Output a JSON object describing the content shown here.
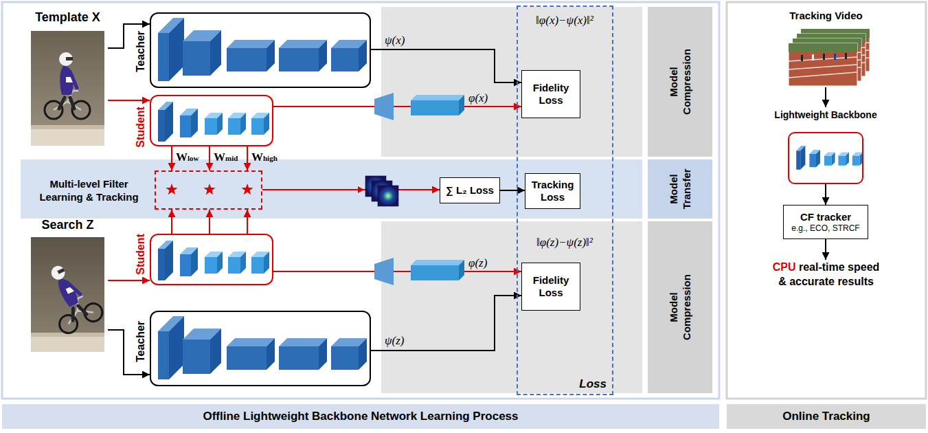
{
  "diagram": {
    "nodes": [
      {
        "text": [
          "Template X"
        ]
      },
      {
        "text": [
          "Teacher"
        ]
      },
      {
        "text": [
          "Student"
        ]
      },
      {
        "text": [
          "Loss"
        ]
      },
      {
        "text": [
          "Fidelity Loss"
        ],
        "in": 3
      },
      {
        "text": [
          "Model Compression"
        ]
      },
      {
        "text": [
          "Multi-level Filter Learning & Tracking"
        ]
      },
      {
        "text": [
          "∑ L₂ Loss"
        ]
      },
      {
        "text": [
          "Tracking Loss"
        ],
        "in": 3
      },
      {
        "text": [
          "Model Transfer"
        ]
      },
      {
        "text": [
          "Search Z"
        ]
      },
      {
        "text": [
          "Student"
        ]
      },
      {
        "text": [
          "Fidelity Loss"
        ],
        "in": 3
      },
      {
        "text": [
          "Teacher"
        ]
      },
      {
        "text": [
          "Model Compression"
        ]
      },
      {
        "text": [
          "Tracking Video"
        ]
      },
      {
        "text": [
          "Lightweight Backbone"
        ]
      },
      {
        "text": [
          "CF tracker",
          "e.g., ECO, STRCF"
        ]
      },
      {
        "text": [
          "CPU",
          "real-time speed & accurate results"
        ]
      },
      {
        "text": [
          "Offline Lightweight Backbone Network Learning Process"
        ]
      },
      {
        "text": [
          "Online Tracking"
        ]
      }
    ],
    "edges": [
      {
        "from": 0,
        "to": 1,
        "arrow": "to"
      },
      {
        "from": 0,
        "to": 2,
        "arrow": "to"
      },
      {
        "from": 1,
        "to": 4,
        "label": "ψ(x)",
        "arrow": "to"
      },
      {
        "from": 2,
        "to": 4,
        "label": "φ(x)",
        "arrow": "to"
      },
      {
        "from": 2,
        "to": 6,
        "label": "Wlow",
        "arrow": "to"
      },
      {
        "from": 2,
        "to": 6,
        "label": "Wmid",
        "arrow": "to"
      },
      {
        "from": 2,
        "to": 6,
        "label": "Whigh",
        "arrow": "to"
      },
      {
        "from": 11,
        "to": 6,
        "arrow": "to"
      },
      {
        "from": 11,
        "to": 6,
        "arrow": "to"
      },
      {
        "from": 11,
        "to": 6,
        "arrow": "to"
      },
      {
        "from": 6,
        "to": 7,
        "arrow": "to"
      },
      {
        "from": 7,
        "to": 8,
        "arrow": "to"
      },
      {
        "from": 13,
        "to": 12,
        "label": "ψ(z)",
        "arrow": "to"
      },
      {
        "from": 11,
        "to": 12,
        "label": "φ(z)",
        "arrow": "to"
      },
      {
        "from": 10,
        "to": 11,
        "arrow": "to"
      },
      {
        "from": 10,
        "to": 13,
        "arrow": "to"
      },
      {
        "from": 15,
        "to": 16,
        "arrow": "to"
      },
      {
        "from": 16,
        "to": 17,
        "arrow": "to"
      },
      {
        "from": 17,
        "to": 18,
        "arrow": "to"
      }
    ],
    "labels": [
      "‖φ(x)−ψ(x)‖²",
      "‖φ(z)−ψ(z)‖²"
    ]
  }
}
